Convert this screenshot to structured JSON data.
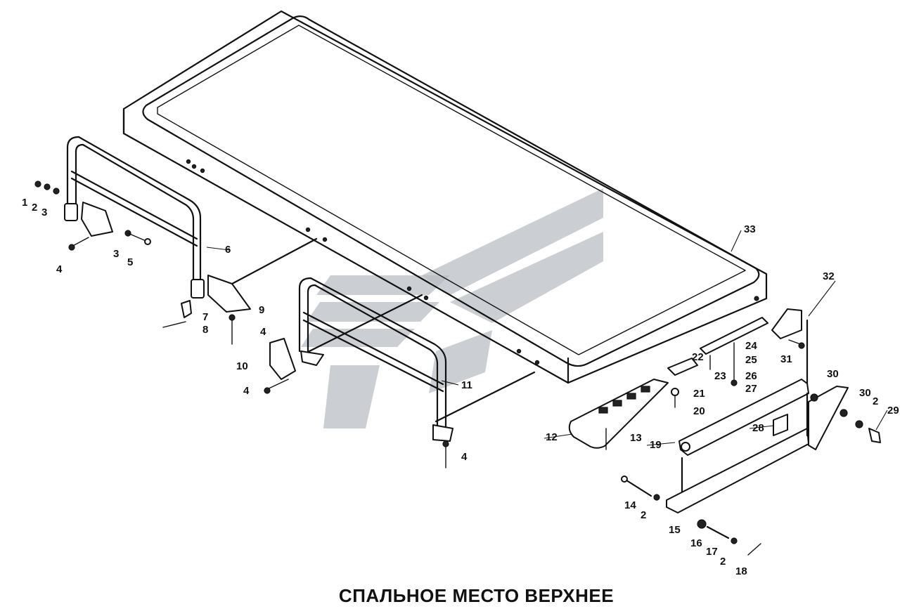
{
  "caption": "СПАЛЬНОЕ МЕСТО ВЕРХНЕЕ",
  "callouts": [
    "1",
    "2",
    "3",
    "3",
    "4",
    "5",
    "6",
    "7",
    "8",
    "9",
    "4",
    "10",
    "4",
    "11",
    "4",
    "12",
    "13",
    "33",
    "32",
    "31",
    "24",
    "22",
    "23",
    "25",
    "21",
    "26",
    "27",
    "20",
    "30",
    "30",
    "2",
    "29",
    "28",
    "19",
    "14",
    "2",
    "15",
    "16",
    "17",
    "2",
    "18"
  ],
  "colors": {
    "line": "#111111",
    "watermark": "#b9bdc3",
    "background": "#ffffff"
  }
}
